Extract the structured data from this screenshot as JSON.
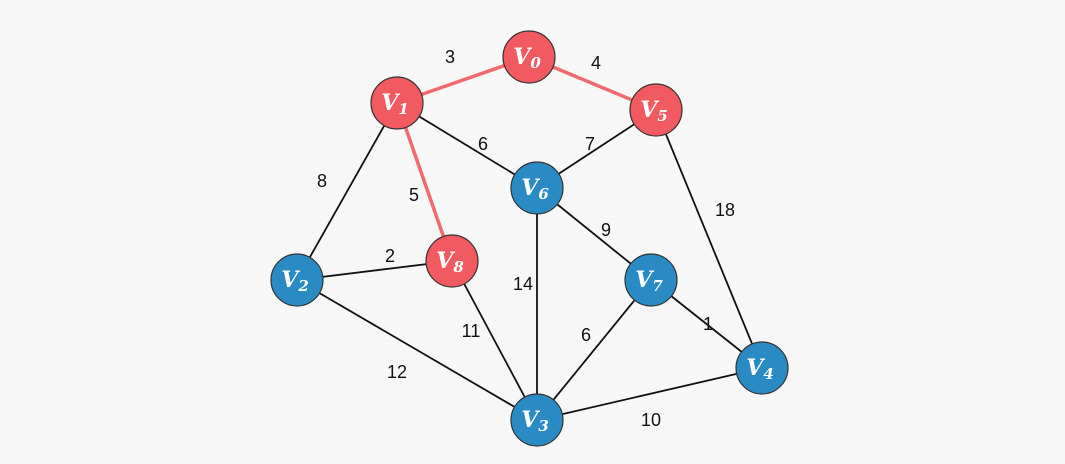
{
  "colors": {
    "selected": "#f05a60",
    "unselected": "#2a8ac4",
    "selected_edge": "#f26a70",
    "edge": "#111111",
    "background": "#f7f7f7"
  },
  "nodes": [
    {
      "id": "V0",
      "letter": "V",
      "sub": "0",
      "selected": true
    },
    {
      "id": "V1",
      "letter": "V",
      "sub": "1",
      "selected": true
    },
    {
      "id": "V2",
      "letter": "V",
      "sub": "2",
      "selected": false
    },
    {
      "id": "V3",
      "letter": "V",
      "sub": "3",
      "selected": false
    },
    {
      "id": "V4",
      "letter": "V",
      "sub": "4",
      "selected": false
    },
    {
      "id": "V5",
      "letter": "V",
      "sub": "5",
      "selected": true
    },
    {
      "id": "V6",
      "letter": "V",
      "sub": "6",
      "selected": false
    },
    {
      "id": "V7",
      "letter": "V",
      "sub": "7",
      "selected": false
    },
    {
      "id": "V8",
      "letter": "V",
      "sub": "8",
      "selected": true
    }
  ],
  "edges": [
    {
      "from": "V0",
      "to": "V1",
      "weight": "3",
      "selected": true
    },
    {
      "from": "V0",
      "to": "V5",
      "weight": "4",
      "selected": true
    },
    {
      "from": "V1",
      "to": "V6",
      "weight": "6",
      "selected": false
    },
    {
      "from": "V5",
      "to": "V6",
      "weight": "7",
      "selected": false
    },
    {
      "from": "V1",
      "to": "V8",
      "weight": "5",
      "selected": true
    },
    {
      "from": "V1",
      "to": "V2",
      "weight": "8",
      "selected": false
    },
    {
      "from": "V2",
      "to": "V8",
      "weight": "2",
      "selected": false
    },
    {
      "from": "V6",
      "to": "V3",
      "weight": "14",
      "selected": false
    },
    {
      "from": "V6",
      "to": "V7",
      "weight": "9",
      "selected": false
    },
    {
      "from": "V5",
      "to": "V4",
      "weight": "18",
      "selected": false
    },
    {
      "from": "V8",
      "to": "V3",
      "weight": "11",
      "selected": false
    },
    {
      "from": "V7",
      "to": "V3",
      "weight": "6",
      "selected": false
    },
    {
      "from": "V7",
      "to": "V4",
      "weight": "1",
      "selected": false
    },
    {
      "from": "V2",
      "to": "V3",
      "weight": "12",
      "selected": false
    },
    {
      "from": "V3",
      "to": "V4",
      "weight": "10",
      "selected": false
    }
  ]
}
